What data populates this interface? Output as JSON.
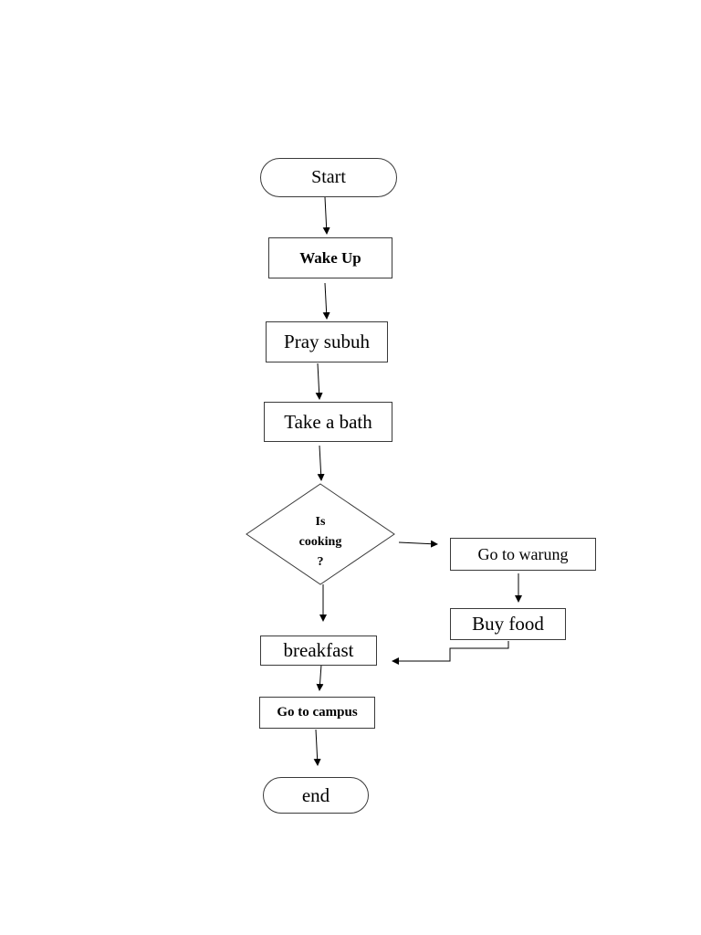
{
  "flowchart": {
    "start": "Start",
    "wake_up": "Wake Up",
    "pray": "Pray subuh",
    "bath": "Take a bath",
    "decision": [
      "Is",
      "cooking",
      "?"
    ],
    "warung": "Go to warung",
    "buy_food": "Buy food",
    "breakfast": "breakfast",
    "campus": "Go to campus",
    "end": "end"
  }
}
